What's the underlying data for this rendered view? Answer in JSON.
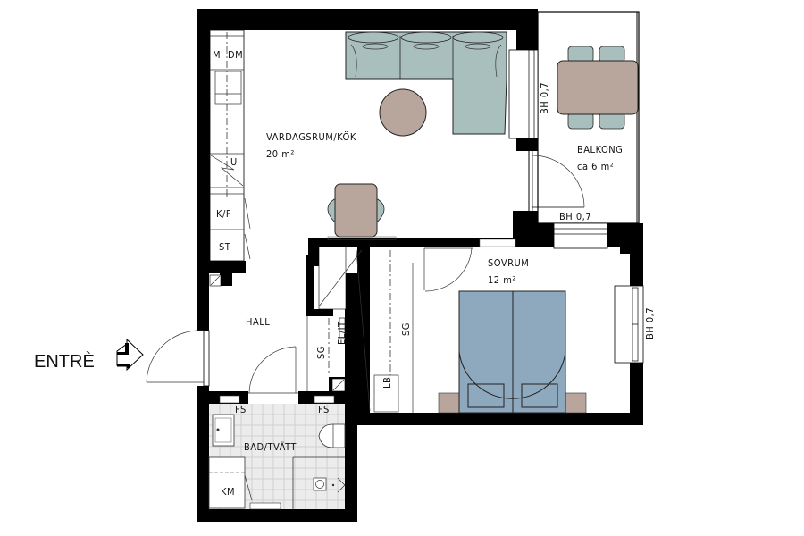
{
  "plan": {
    "entrance_label": "ENTRÈ",
    "rooms": [
      {
        "id": "living",
        "name": "VARDAGSRUM/KÖK",
        "area": "20 m²"
      },
      {
        "id": "balcony",
        "name": "BALKONG",
        "area": "ca 6 m²"
      },
      {
        "id": "bedroom",
        "name": "SOVRUM",
        "area": "12 m²"
      },
      {
        "id": "hall",
        "name": "HALL"
      },
      {
        "id": "bath",
        "name": "BAD/TVÄTT"
      }
    ],
    "fixtures": {
      "microwave": "M",
      "dishwasher": "DM",
      "oven": "U",
      "fridge_freezer": "K/F",
      "broom_closet": "ST",
      "wardrobe_hall": "SG",
      "electrical": "EL/IT",
      "wardrobe_bedroom": "SG",
      "linen": "LB",
      "washer": "KM",
      "floor_drain_1": "FS",
      "floor_drain_2": "FS"
    },
    "window_notes": {
      "living_east": "BH 0,7",
      "balcony_south": "BH 0,7",
      "bedroom_east": "BH 0,7"
    },
    "colors": {
      "sofa": "#a9bfbd",
      "table": "#b8a59b",
      "bed": "#8ea8bd",
      "nightstand": "#b8a59b",
      "tile": "#e8e8e8",
      "wall": "#000000"
    }
  }
}
